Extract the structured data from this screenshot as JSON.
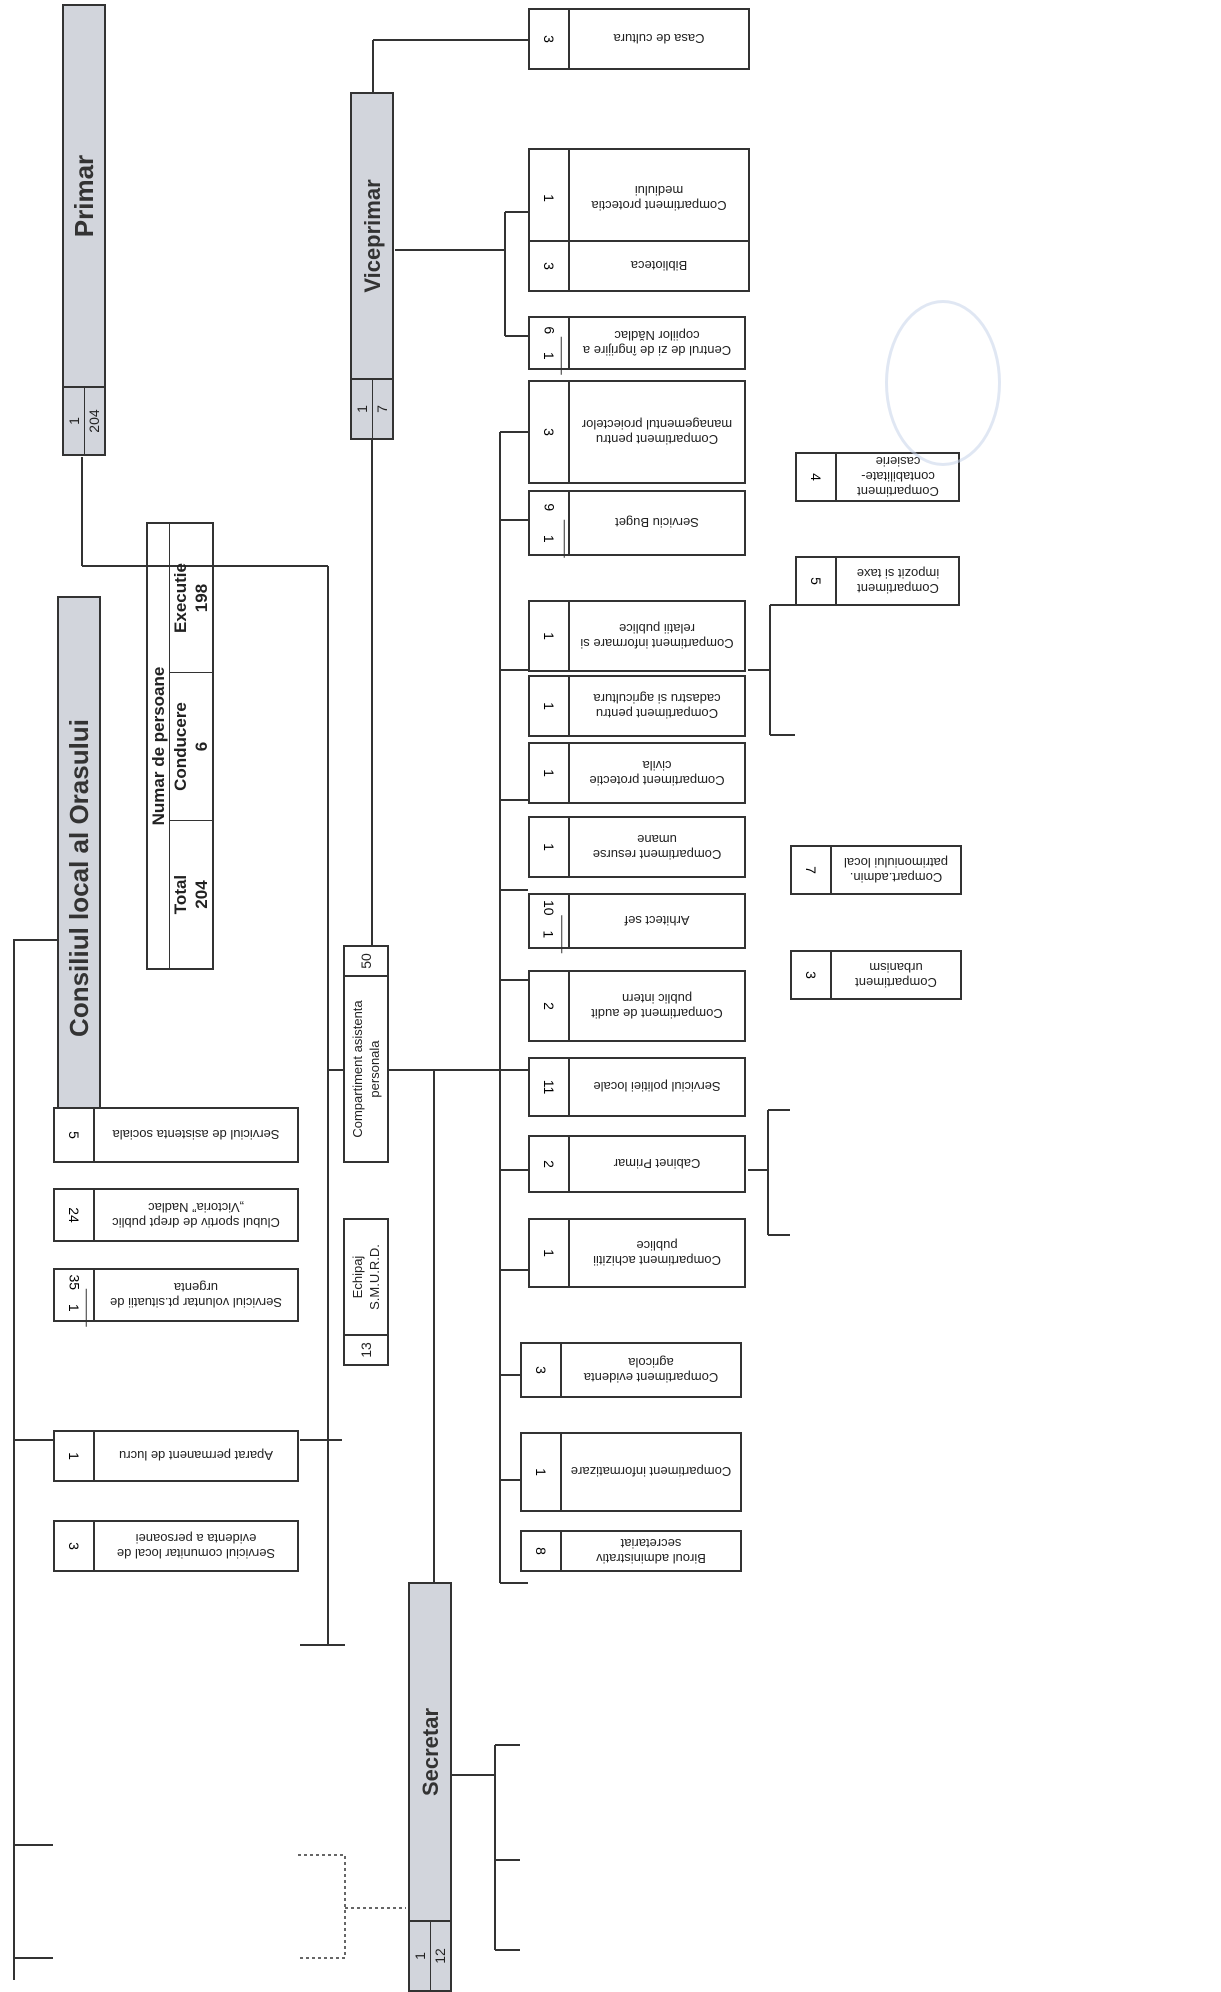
{
  "title": "Consiliul local al Orasului",
  "staff_table": {
    "heading": "Numar de persoane",
    "columns": [
      "Total",
      "Conducere",
      "Executie"
    ],
    "values": [
      "204",
      "6",
      "198"
    ]
  },
  "primar": {
    "name": "Primar",
    "count_lead": "1",
    "count_total": "204"
  },
  "viceprimar": {
    "name": "Viceprimar",
    "count_lead": "1",
    "count_total": "7"
  },
  "secretar": {
    "name": "Secretar",
    "count_lead": "1",
    "count_total": "12"
  },
  "vice_units": [
    {
      "label": "Casa de cultura",
      "count": "3"
    },
    {
      "label": "Compartiment protectia mediului",
      "count": "1"
    },
    {
      "label": "Biblioteca",
      "count": "3"
    }
  ],
  "primar_units": [
    {
      "label": "Centrul de zi de îngrijire a copiilor Nădlac",
      "lead": "1",
      "count": "6"
    },
    {
      "label": "Compartiment pentru managementul proiectelor",
      "lead": "",
      "count": "3"
    },
    {
      "label": "Serviciu Buget",
      "lead": "1",
      "count": "9"
    },
    {
      "label": "Compartiment informare si relatii publice",
      "lead": "",
      "count": "1"
    },
    {
      "label": "Compartiment pentru cadastru si agricultura",
      "lead": "",
      "count": "1"
    },
    {
      "label": "Compartiment protectie civila",
      "lead": "",
      "count": "1"
    },
    {
      "label": "Compartiment resurse umane",
      "lead": "",
      "count": "1"
    },
    {
      "label": "Arhitect sef",
      "lead": "1",
      "count": "10"
    },
    {
      "label": "Compartiment de audit public intern",
      "lead": "",
      "count": "2"
    },
    {
      "label": "Serviciul politiei locale",
      "lead": "",
      "count": "11"
    },
    {
      "label": "Cabinet Primar",
      "lead": "",
      "count": "2"
    },
    {
      "label": "Compartiment achizitii publice",
      "lead": "",
      "count": "1"
    }
  ],
  "buget_units": [
    {
      "label": "Compartiment contabilitate-casierie",
      "count": "4"
    },
    {
      "label": "Compartiment impozit si taxe",
      "count": "5"
    }
  ],
  "arhitect_units": [
    {
      "label": "Compart.admin. patrimoniului local",
      "count": "7"
    },
    {
      "label": "Compartiment urbanism",
      "count": "3"
    }
  ],
  "secretar_units": [
    {
      "label": "Compartiment evidenta agricola",
      "count": "3"
    },
    {
      "label": "Compartiment informatizare",
      "count": "1"
    },
    {
      "label": "Biroul administrativ secretariat",
      "count": "8"
    }
  ],
  "council_units": [
    {
      "label": "Serviciul de asistenta sociala",
      "lead": "",
      "count": "5"
    },
    {
      "label": "Clubul sportiv de drept public „Victoria” Nadlac",
      "lead": "",
      "count": "24"
    },
    {
      "label": "Serviciul voluntar pt.situatii de urgenta",
      "lead": "1",
      "count": "35"
    },
    {
      "label": "Aparat permanent de lucru",
      "lead": "",
      "count": "1"
    },
    {
      "label": "Serviciul comunitar local de evidenta a persoanei",
      "lead": "",
      "count": "3"
    }
  ],
  "asistenta": {
    "label": "Compartiment asistenta personala",
    "count": "50"
  },
  "smurd": {
    "label": "Echipaj S.M.U.R.D.",
    "count": "13"
  }
}
